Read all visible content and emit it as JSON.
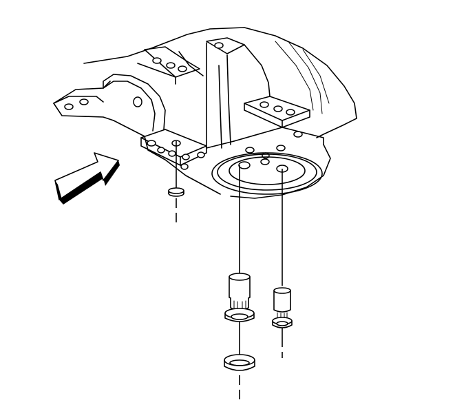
{
  "figure": {
    "subject": "housing-bearing-cap-underside",
    "stroke_color": "#000000",
    "background_color": "#ffffff",
    "icons": [
      "direction-arrow-icon"
    ],
    "parts": [
      "housing",
      "left-bearing-cap",
      "right-bearing-cap",
      "pin-bore-boss",
      "small-washer",
      "large-bushing",
      "large-washer",
      "small-bushing"
    ]
  }
}
